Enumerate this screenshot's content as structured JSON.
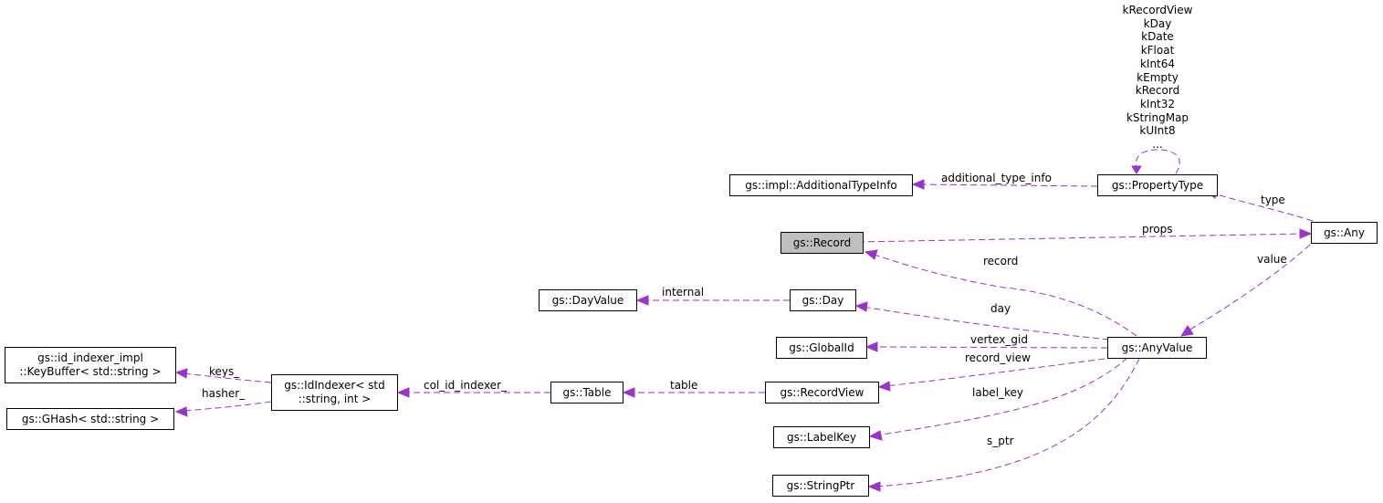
{
  "nodes": {
    "additional_type_info": "gs::impl::AdditionalTypeInfo",
    "property_type": "gs::PropertyType",
    "record": "gs::Record",
    "any": "gs::Any",
    "day_value": "gs::DayValue",
    "day": "gs::Day",
    "global_id": "gs::GlobalId",
    "any_value": "gs::AnyValue",
    "key_buffer": [
      "gs::id_indexer_impl",
      "::KeyBuffer< std::string >"
    ],
    "ghash": "gs::GHash< std::string >",
    "id_indexer": [
      "gs::IdIndexer< std",
      "::string, int >"
    ],
    "table": "gs::Table",
    "record_view": "gs::RecordView",
    "label_key": "gs::LabelKey",
    "string_ptr": "gs::StringPtr"
  },
  "enum_values": [
    "kRecordView",
    "kDay",
    "kDate",
    "kFloat",
    "kInt64",
    "kEmpty",
    "kRecord",
    "kInt32",
    "kStringMap",
    "kUInt8",
    "..."
  ],
  "edge_labels": {
    "additional_type_info": "additional_type_info",
    "type": "type",
    "props": "props",
    "value": "value",
    "record": "record",
    "internal": "internal",
    "day": "day",
    "vertex_gid": "vertex_gid",
    "record_view": "record_view",
    "table": "table",
    "col_id_indexer": "col_id_indexer_",
    "keys": "keys_",
    "hasher": "hasher_",
    "label_key": "label_key",
    "s_ptr": "s_ptr"
  },
  "colors": {
    "edge": "#9a32cd",
    "focus_fill": "#bfbfbf",
    "node_border": "#000000"
  }
}
